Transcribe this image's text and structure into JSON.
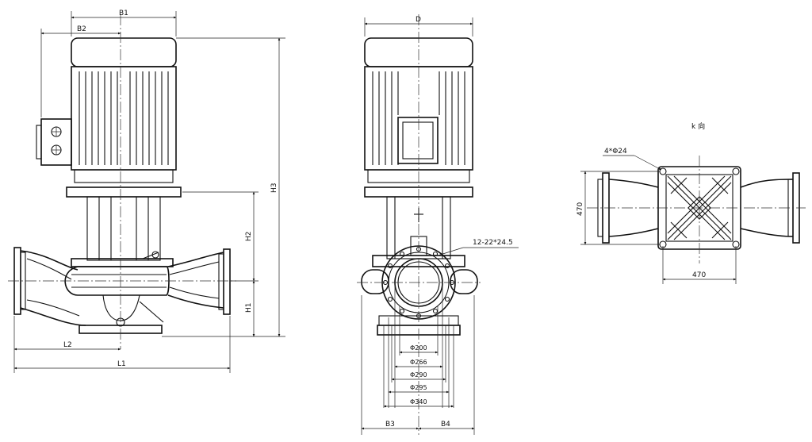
{
  "side_view": {
    "dims": {
      "b1": "B1",
      "b2": "B2",
      "h1": "H1",
      "h2": "H2",
      "h3": "H3",
      "l1": "L1",
      "l2": "L2"
    }
  },
  "front_view": {
    "dims": {
      "d": "D",
      "b3": "B3",
      "b4": "B4"
    },
    "bolt_note": "12-22*24.5",
    "diameters": [
      "Φ200",
      "Φ266",
      "Φ290",
      "Φ295",
      "Φ340"
    ]
  },
  "k_view": {
    "title": "k 向",
    "hole_note": "4*Φ24",
    "dim_height": "470",
    "dim_width": "470"
  }
}
